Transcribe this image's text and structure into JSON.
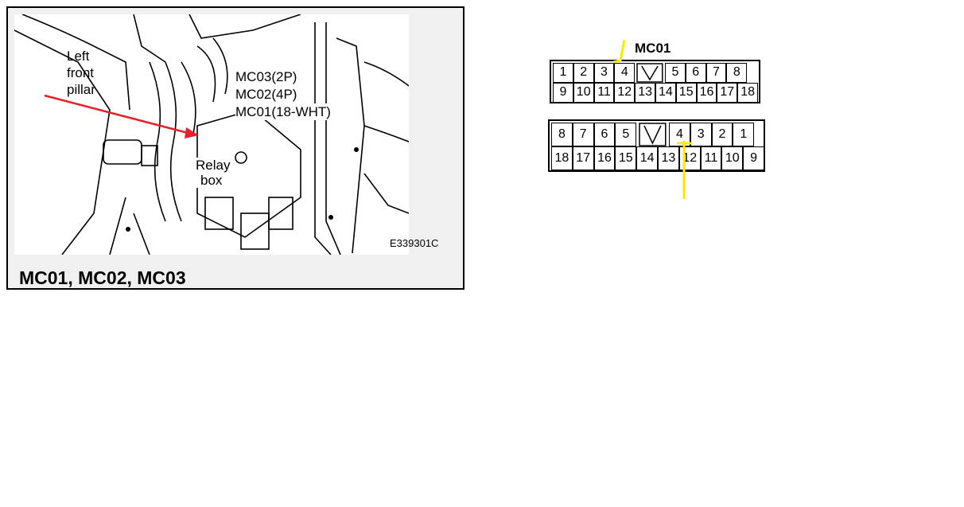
{
  "photo_panel": {
    "labels": {
      "left_front_pillar": [
        "Left",
        "front",
        "pillar"
      ],
      "mc03": "MC03(2P)",
      "mc02": "MC02(4P)",
      "mc01": "MC01(18-WHT)",
      "relay_box": [
        "Relay",
        "box"
      ]
    },
    "figure_code": "E339301C",
    "title": "MC01, MC02, MC03"
  },
  "connector_title": "MC01",
  "connector_top": {
    "row1_left": [
      "1",
      "2",
      "3",
      "4"
    ],
    "row1_right": [
      "5",
      "6",
      "7",
      "8"
    ],
    "row2": [
      "9",
      "10",
      "11",
      "12",
      "13",
      "14",
      "15",
      "16",
      "17",
      "18"
    ]
  },
  "connector_bottom": {
    "row1_left": [
      "8",
      "7",
      "6",
      "5"
    ],
    "row1_right": [
      "4",
      "3",
      "2",
      "1"
    ],
    "row2": [
      "18",
      "17",
      "16",
      "15",
      "14",
      "13",
      "12",
      "11",
      "10",
      "9"
    ]
  },
  "colors": {
    "red_arrow": "#e8202a",
    "yellow_marker": "#ffea00"
  }
}
